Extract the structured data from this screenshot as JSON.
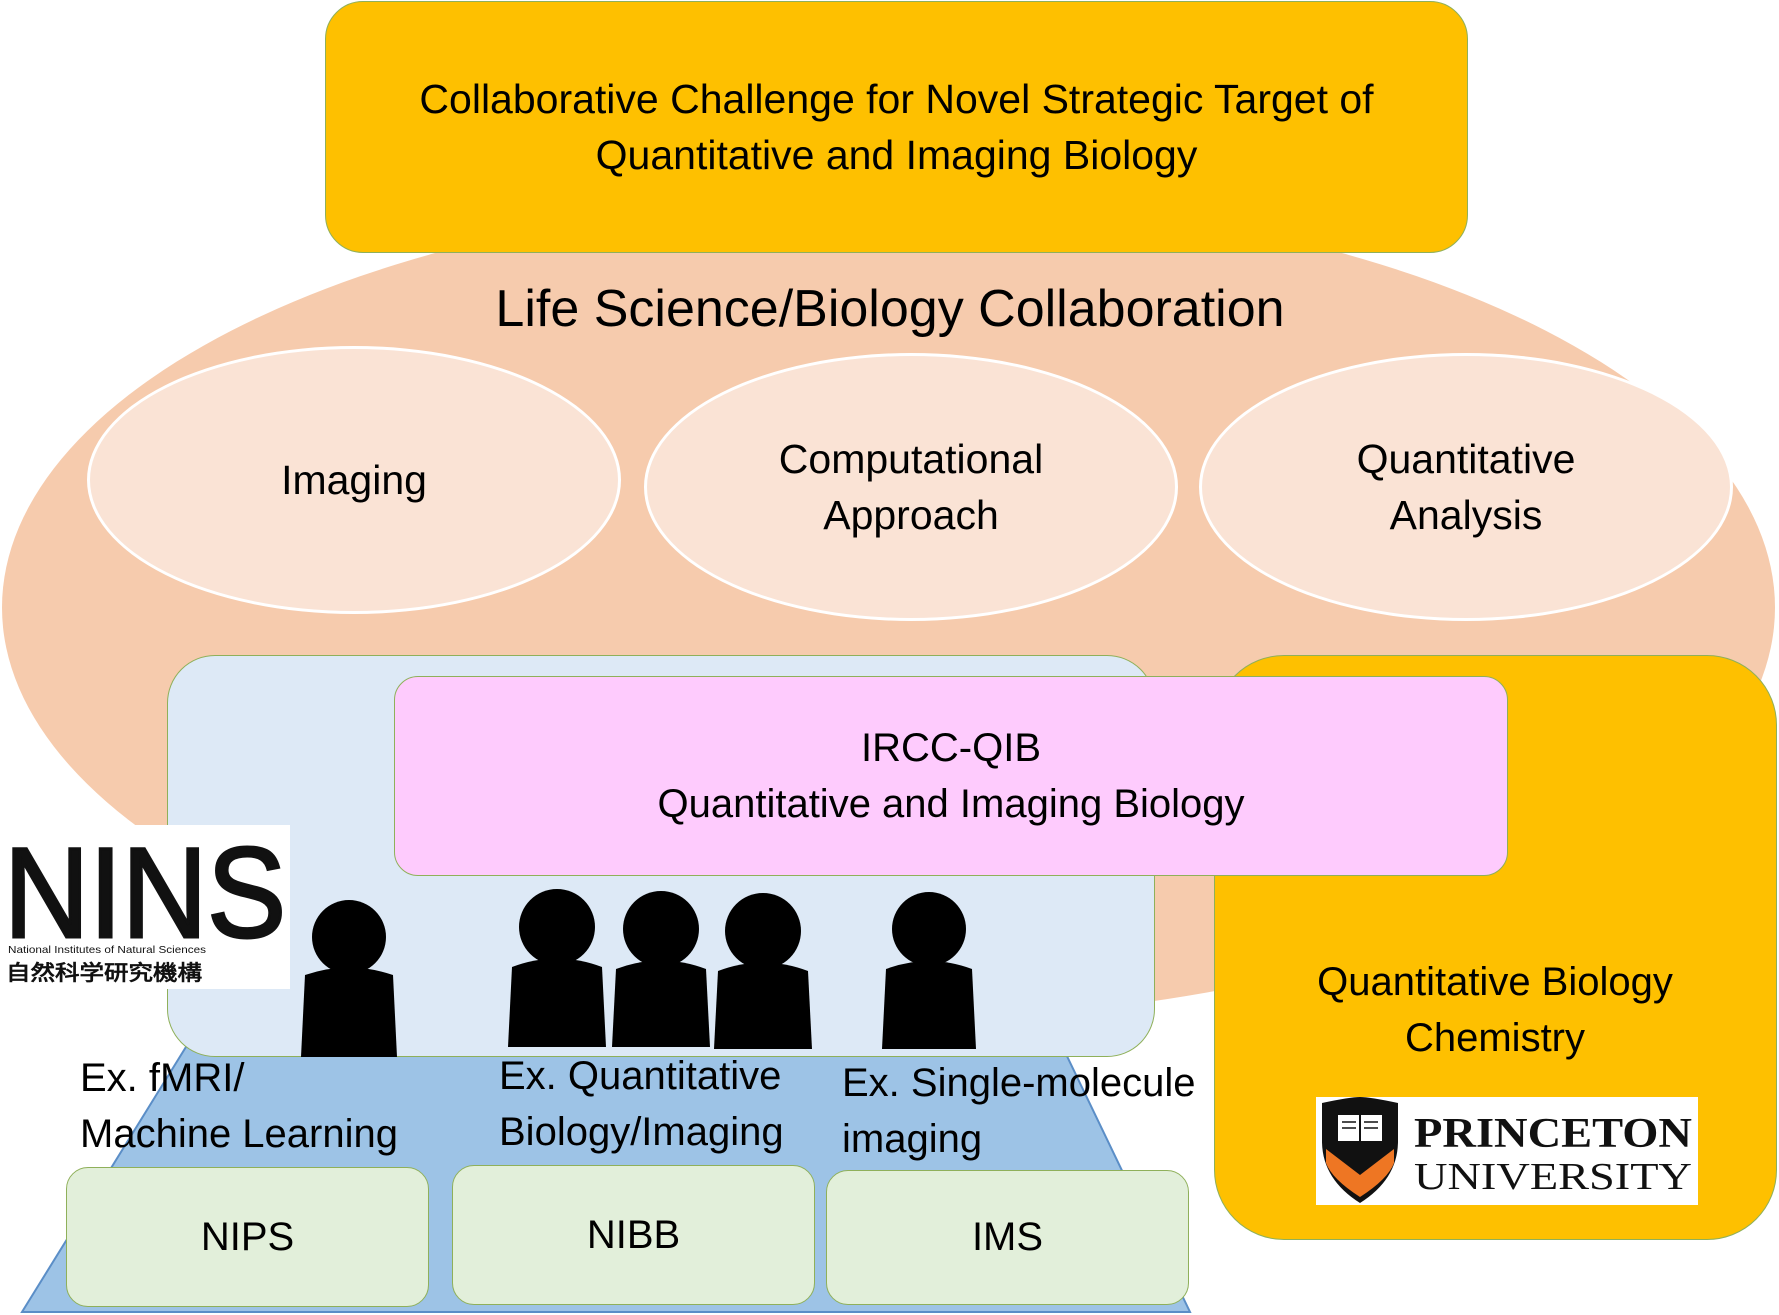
{
  "colors": {
    "gold": "#fec000",
    "peach": "#f6cbad",
    "oval_fill": "#fae3d5",
    "light_blue_box": "#dde9f6",
    "pyramid_blue": "#9dc3e6",
    "pyramid_stroke": "#5b8ec7",
    "pink": "#fecbfd",
    "green_box": "#e2efda",
    "person": "#000000",
    "princeton_orange": "#ee7623"
  },
  "title_box": {
    "line1": "Collaborative Challenge for Novel Strategic Target of",
    "line2": "Quantitative and Imaging Biology"
  },
  "collaboration_label": "Life Science/Biology Collaboration",
  "ovals": {
    "imaging": "Imaging",
    "computational_line1": "Computational",
    "computational_line2": "Approach",
    "quantitative_line1": "Quantitative",
    "quantitative_line2": "Analysis"
  },
  "ircc": {
    "line1": "IRCC-QIB",
    "line2": "Quantitative and Imaging Biology"
  },
  "princeton_box": {
    "line1": "Quantitative Biology",
    "line2": "Chemistry"
  },
  "examples": {
    "e1_line1": "Ex. fMRI/",
    "e1_line2": "Machine Learning",
    "e2_line1": "Ex. Quantitative",
    "e2_line2": "Biology/Imaging",
    "e3_line1": "Ex. Single-molecule",
    "e3_line2": "imaging"
  },
  "institutes": {
    "nips": "NIPS",
    "nibb": "NIBB",
    "ims": "IMS"
  },
  "nins_logo": {
    "wordmark": "NINS",
    "subtitle": "National Institutes of Natural Sciences",
    "japanese": "自然科学研究機構"
  },
  "princeton_logo": {
    "line1": "PRINCETON",
    "line2": "UNIVERSITY"
  }
}
